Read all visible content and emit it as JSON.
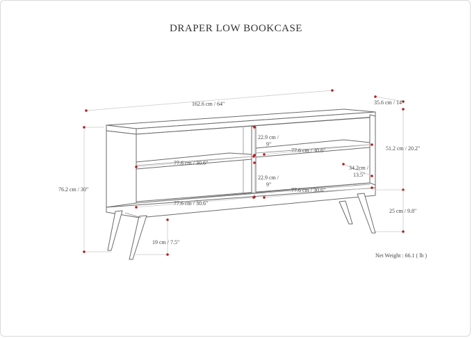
{
  "title": "DRAPER LOW BOOKCASE",
  "net_weight": "Net Weight : 66.1 ( lb )",
  "dimensions": {
    "total_width": "162.6 cm / 64\"",
    "depth": "35.6 cm / 14\"",
    "total_height": "76.2 cm / 30\"",
    "cabinet_height": "51.2 cm / 20.2\"",
    "leg_height": "25 cm / 9.8\"",
    "base_height": "19 cm / 7.5\"",
    "shelf_width_upper_left": "77.6 cm / 30.6\"",
    "shelf_width_lower_left": "77.6 cm / 30.6\"",
    "shelf_width_upper_right": "77.6 cm / 30.6\"",
    "shelf_width_lower_right": "77.6 cm / 30.6\"",
    "upper_gap_line1": "22.9 cm /",
    "upper_gap_line2": "9\"",
    "lower_gap_line1": "22.9 cm /",
    "lower_gap_line2": "9\"",
    "shelf_depth_line1": "34.2cm /",
    "shelf_depth_line2": "13.5\""
  }
}
